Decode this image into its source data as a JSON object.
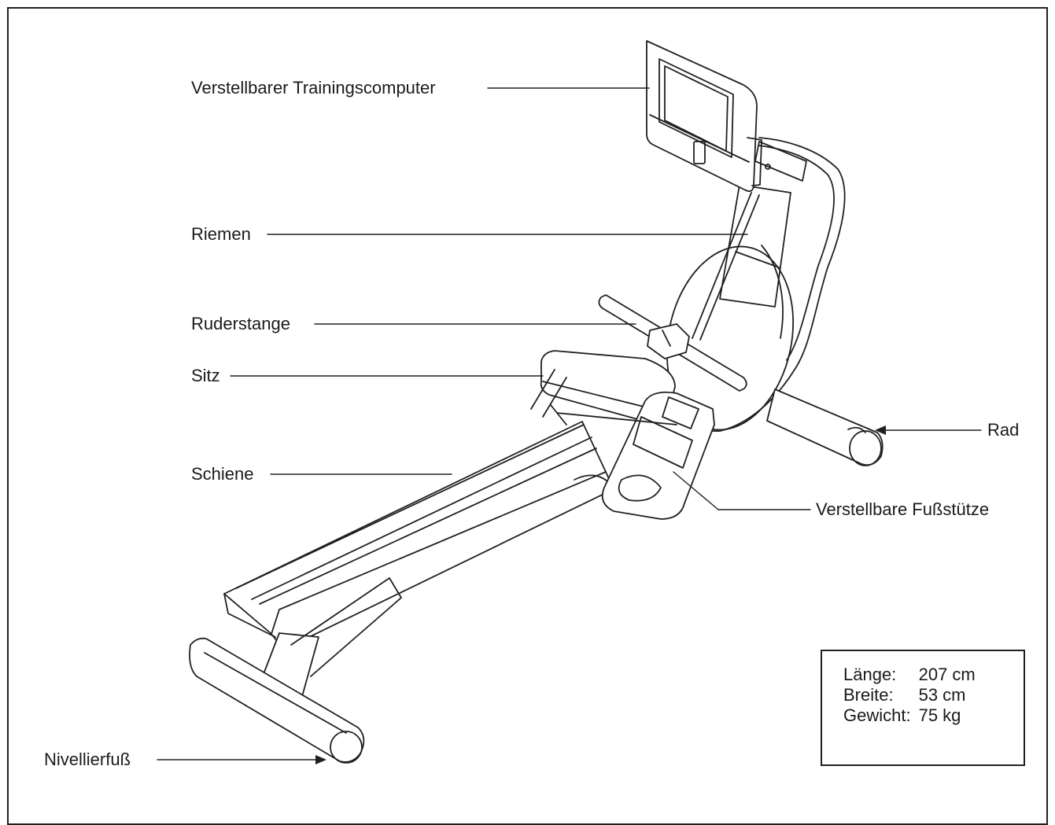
{
  "labels": {
    "computer": "Verstellbarer Trainingscomputer",
    "strap": "Riemen",
    "handle": "Ruderstange",
    "seat": "Sitz",
    "rail": "Schiene",
    "wheel": "Rad",
    "footrest": "Verstellbare Fußstütze",
    "leveling_foot": "Nivellierfuß"
  },
  "specs": [
    {
      "key": "Länge:",
      "value": "207 cm"
    },
    {
      "key": "Breite:",
      "value": "53 cm"
    },
    {
      "key": "Gewicht:",
      "value": "75 kg"
    }
  ],
  "colors": {
    "line": "#231f20",
    "background": "#ffffff"
  }
}
